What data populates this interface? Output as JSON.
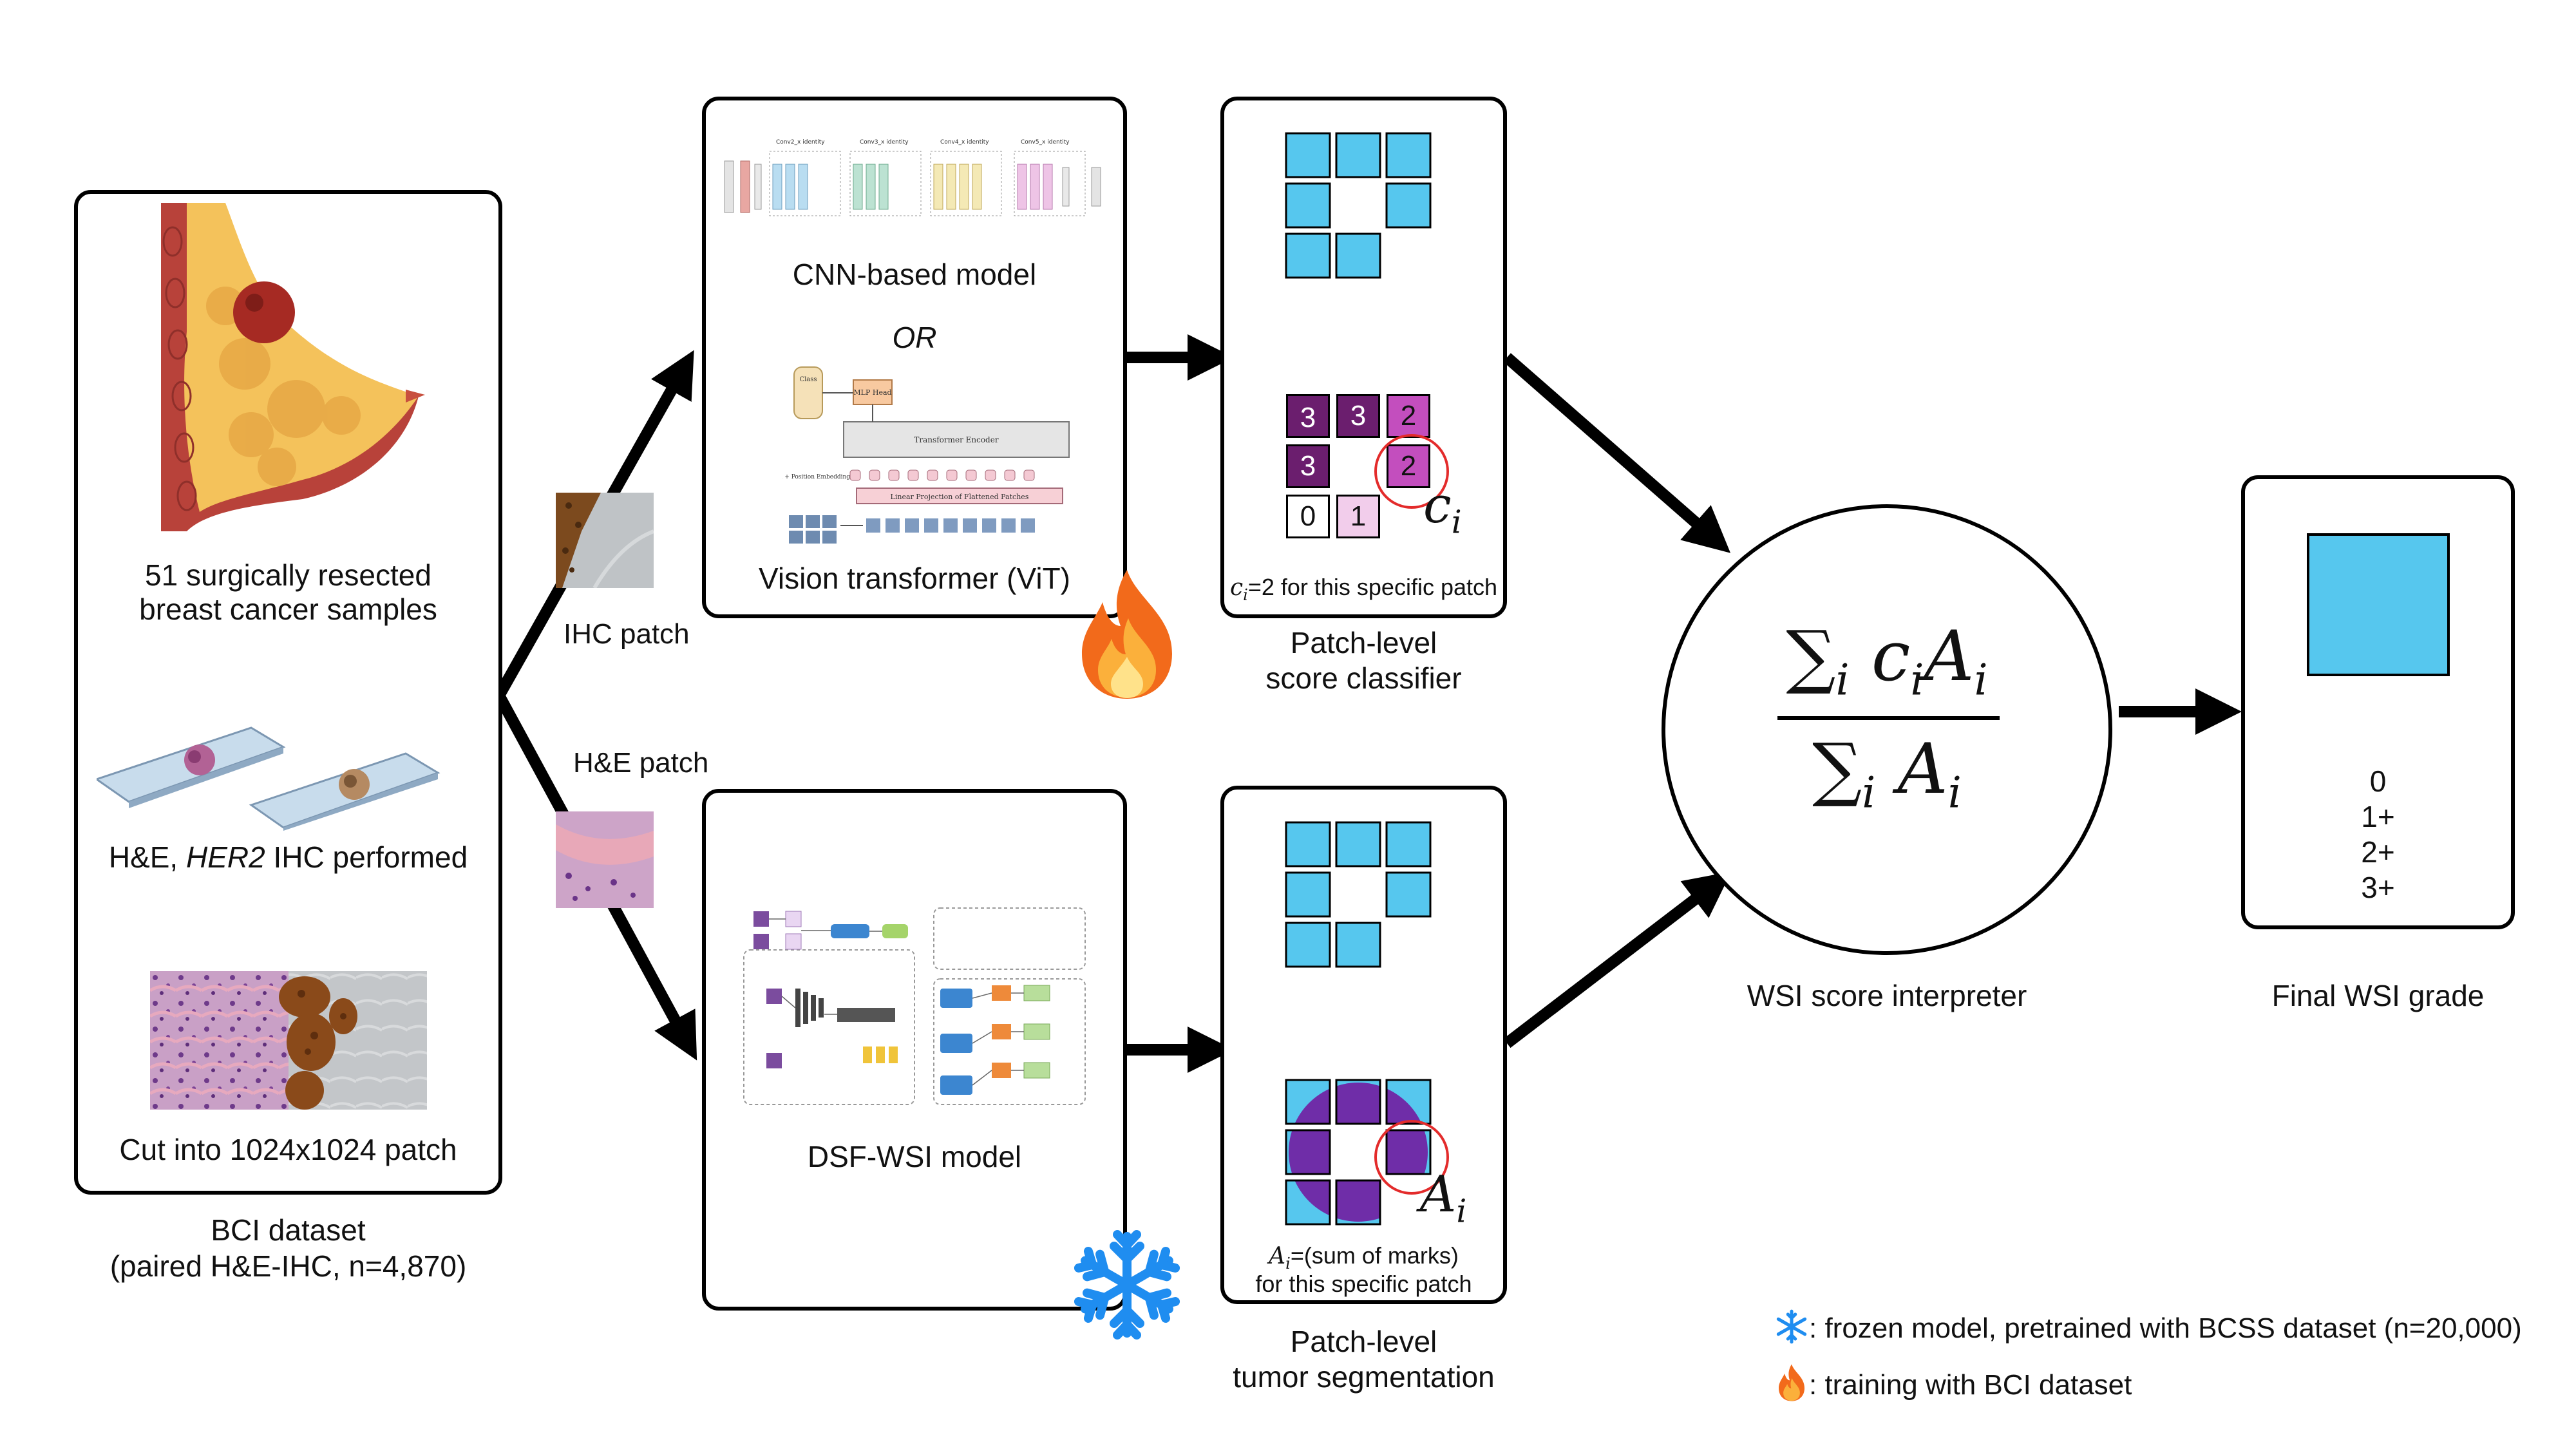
{
  "dataset_panel": {
    "samples_line1": "51 surgically resected",
    "samples_line2": "breast cancer samples",
    "he_prefix": "H&E, ",
    "her2": "HER2",
    "he_suffix": " IHC performed",
    "cut": "Cut into 1024x1024 patch",
    "caption_line1": "BCI dataset",
    "caption_line2": "(paired H&E-IHC, n=4,870)"
  },
  "patch_labels": {
    "ihc": "IHC patch",
    "he": "H&E patch"
  },
  "model_panel_top": {
    "cnn": "CNN-based model",
    "or": "OR",
    "vit": "Vision transformer (ViT)",
    "resnet_stages": [
      "Conv2_x identity",
      "Conv3_x identity",
      "Conv4_x identity",
      "Conv5_x identity"
    ],
    "vit_blocks": {
      "encoder": "Transformer Encoder",
      "mlp": "MLP Head",
      "class": "Class",
      "linear": "Linear Projection of Flattened Patches",
      "embedding": "Patch + Position Embedding"
    }
  },
  "model_panel_bottom": {
    "dsf": "DSF-WSI model"
  },
  "classifier_panel": {
    "scores_row1": [
      "3",
      "3",
      "2"
    ],
    "scores_row2": [
      "3",
      "2"
    ],
    "scores_row3": [
      "0",
      "1"
    ],
    "ci_symbol": "c",
    "ci_sub": "i",
    "note_sub": "i",
    "note_suffix": "=2 for this specific patch",
    "caption_line1": "Patch-level",
    "caption_line2": "score classifier"
  },
  "segmentation_panel": {
    "ai_symbol": "A",
    "ai_sub": "i",
    "note_line1_suffix": "=(sum of marks)",
    "note_line2": "for this specific patch",
    "caption_line1": "Patch-level",
    "caption_line2": "tumor segmentation"
  },
  "interpreter": {
    "caption": "WSI score interpreter"
  },
  "final_grade": {
    "grades": [
      "0",
      "1+",
      "2+",
      "3+"
    ],
    "caption": "Final WSI grade"
  },
  "legend": {
    "frozen": ": frozen model, pretrained with BCSS dataset (n=20,000)",
    "training": ": training with BCI dataset"
  },
  "colors": {
    "patch_blue": "#56C7EE",
    "score3": "#6B1E6E",
    "score2": "#C34EBE",
    "score1": "#F2CDEB",
    "tumor": "#6F2DA8",
    "highlight": "#E32B2B"
  }
}
